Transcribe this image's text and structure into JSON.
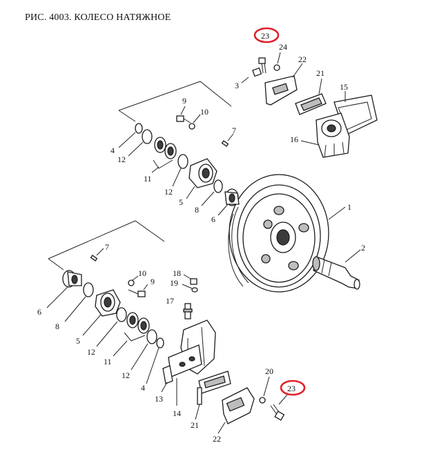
{
  "title": "РИС. 4003. КОЛЕСО НАТЯЖНОЕ",
  "highlight_color": "#e0202a",
  "labels": {
    "n1": "1",
    "n2": "2",
    "n4_top": "4",
    "n4_bot": "4",
    "n5_top": "5",
    "n5_bot": "5",
    "n6_top": "6",
    "n6_bot": "6",
    "n7_top": "7",
    "n7_bot": "7",
    "n8_top": "8",
    "n8_bot": "8",
    "n9_top": "9",
    "n9_bot": "9",
    "n10_top": "10",
    "n10_bot": "10",
    "n11_top": "11",
    "n11_bot": "11",
    "n12_top_a": "12",
    "n12_top_b": "12",
    "n12_bot_a": "12",
    "n12_bot_b": "12",
    "n13": "13",
    "n14": "14",
    "n15": "15",
    "n16": "16",
    "n17": "17",
    "n18": "18",
    "n19": "19",
    "n20": "20",
    "n21_top": "21",
    "n21_bot": "21",
    "n22_top": "22",
    "n22_bot": "22",
    "n23_top": "23",
    "n23_bot": "23",
    "n24": "24",
    "n3": "3"
  }
}
